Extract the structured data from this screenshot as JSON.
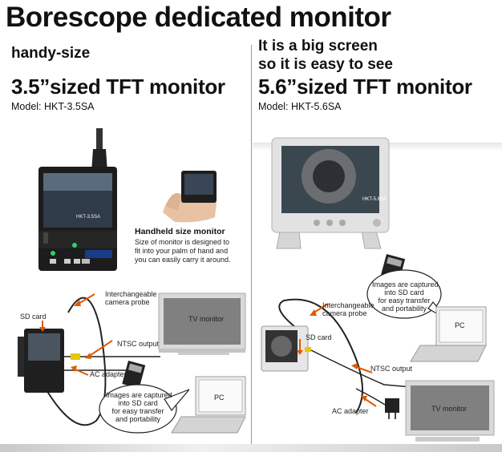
{
  "title": "Borescope dedicated monitor",
  "left": {
    "tagline": "handy-size",
    "size_heading": "3.5”sized TFT monitor",
    "model": "Model: HKT-3.5SA",
    "device_label": "HKT-3.5SA",
    "handheld": {
      "heading": "Handheld size monitor",
      "lines": [
        "Size of monitor is designed to",
        "fit into your palm of hand and",
        "you can easily carry it around."
      ]
    },
    "diagram": {
      "interchangeable": [
        "Interchangeable",
        "camera probe"
      ],
      "sd_card": "SD card",
      "ntsc": "NTSC output",
      "ac_adapter": "AC adapter",
      "tv": "TV monitor",
      "pc": "PC",
      "bubble": [
        "Images are captured",
        "into SD card",
        "for easy transfer",
        "and portability"
      ]
    }
  },
  "right": {
    "tagline_lines": [
      "It is a big screen",
      "so it is easy to see"
    ],
    "size_heading": "5.6”sized TFT monitor",
    "model": "Model: HKT-5.6SA",
    "device_label": "HKT-5.6SA",
    "diagram": {
      "interchangeable": [
        "Interchangeable",
        "camera probe"
      ],
      "sd_card": "SD card",
      "ntsc": "NTSC output",
      "ac_adapter": "AC adapter",
      "tv": "TV monitor",
      "pc": "PC",
      "bubble": [
        "Images are captured",
        "into SD card",
        "for easy transfer",
        "and portability"
      ]
    }
  },
  "colors": {
    "text": "#111111",
    "tv_screen": "#7d7d7d",
    "bezel": "#d6d6d6",
    "arrow": "#e05a00",
    "screen_dark": "#2a3a44"
  }
}
